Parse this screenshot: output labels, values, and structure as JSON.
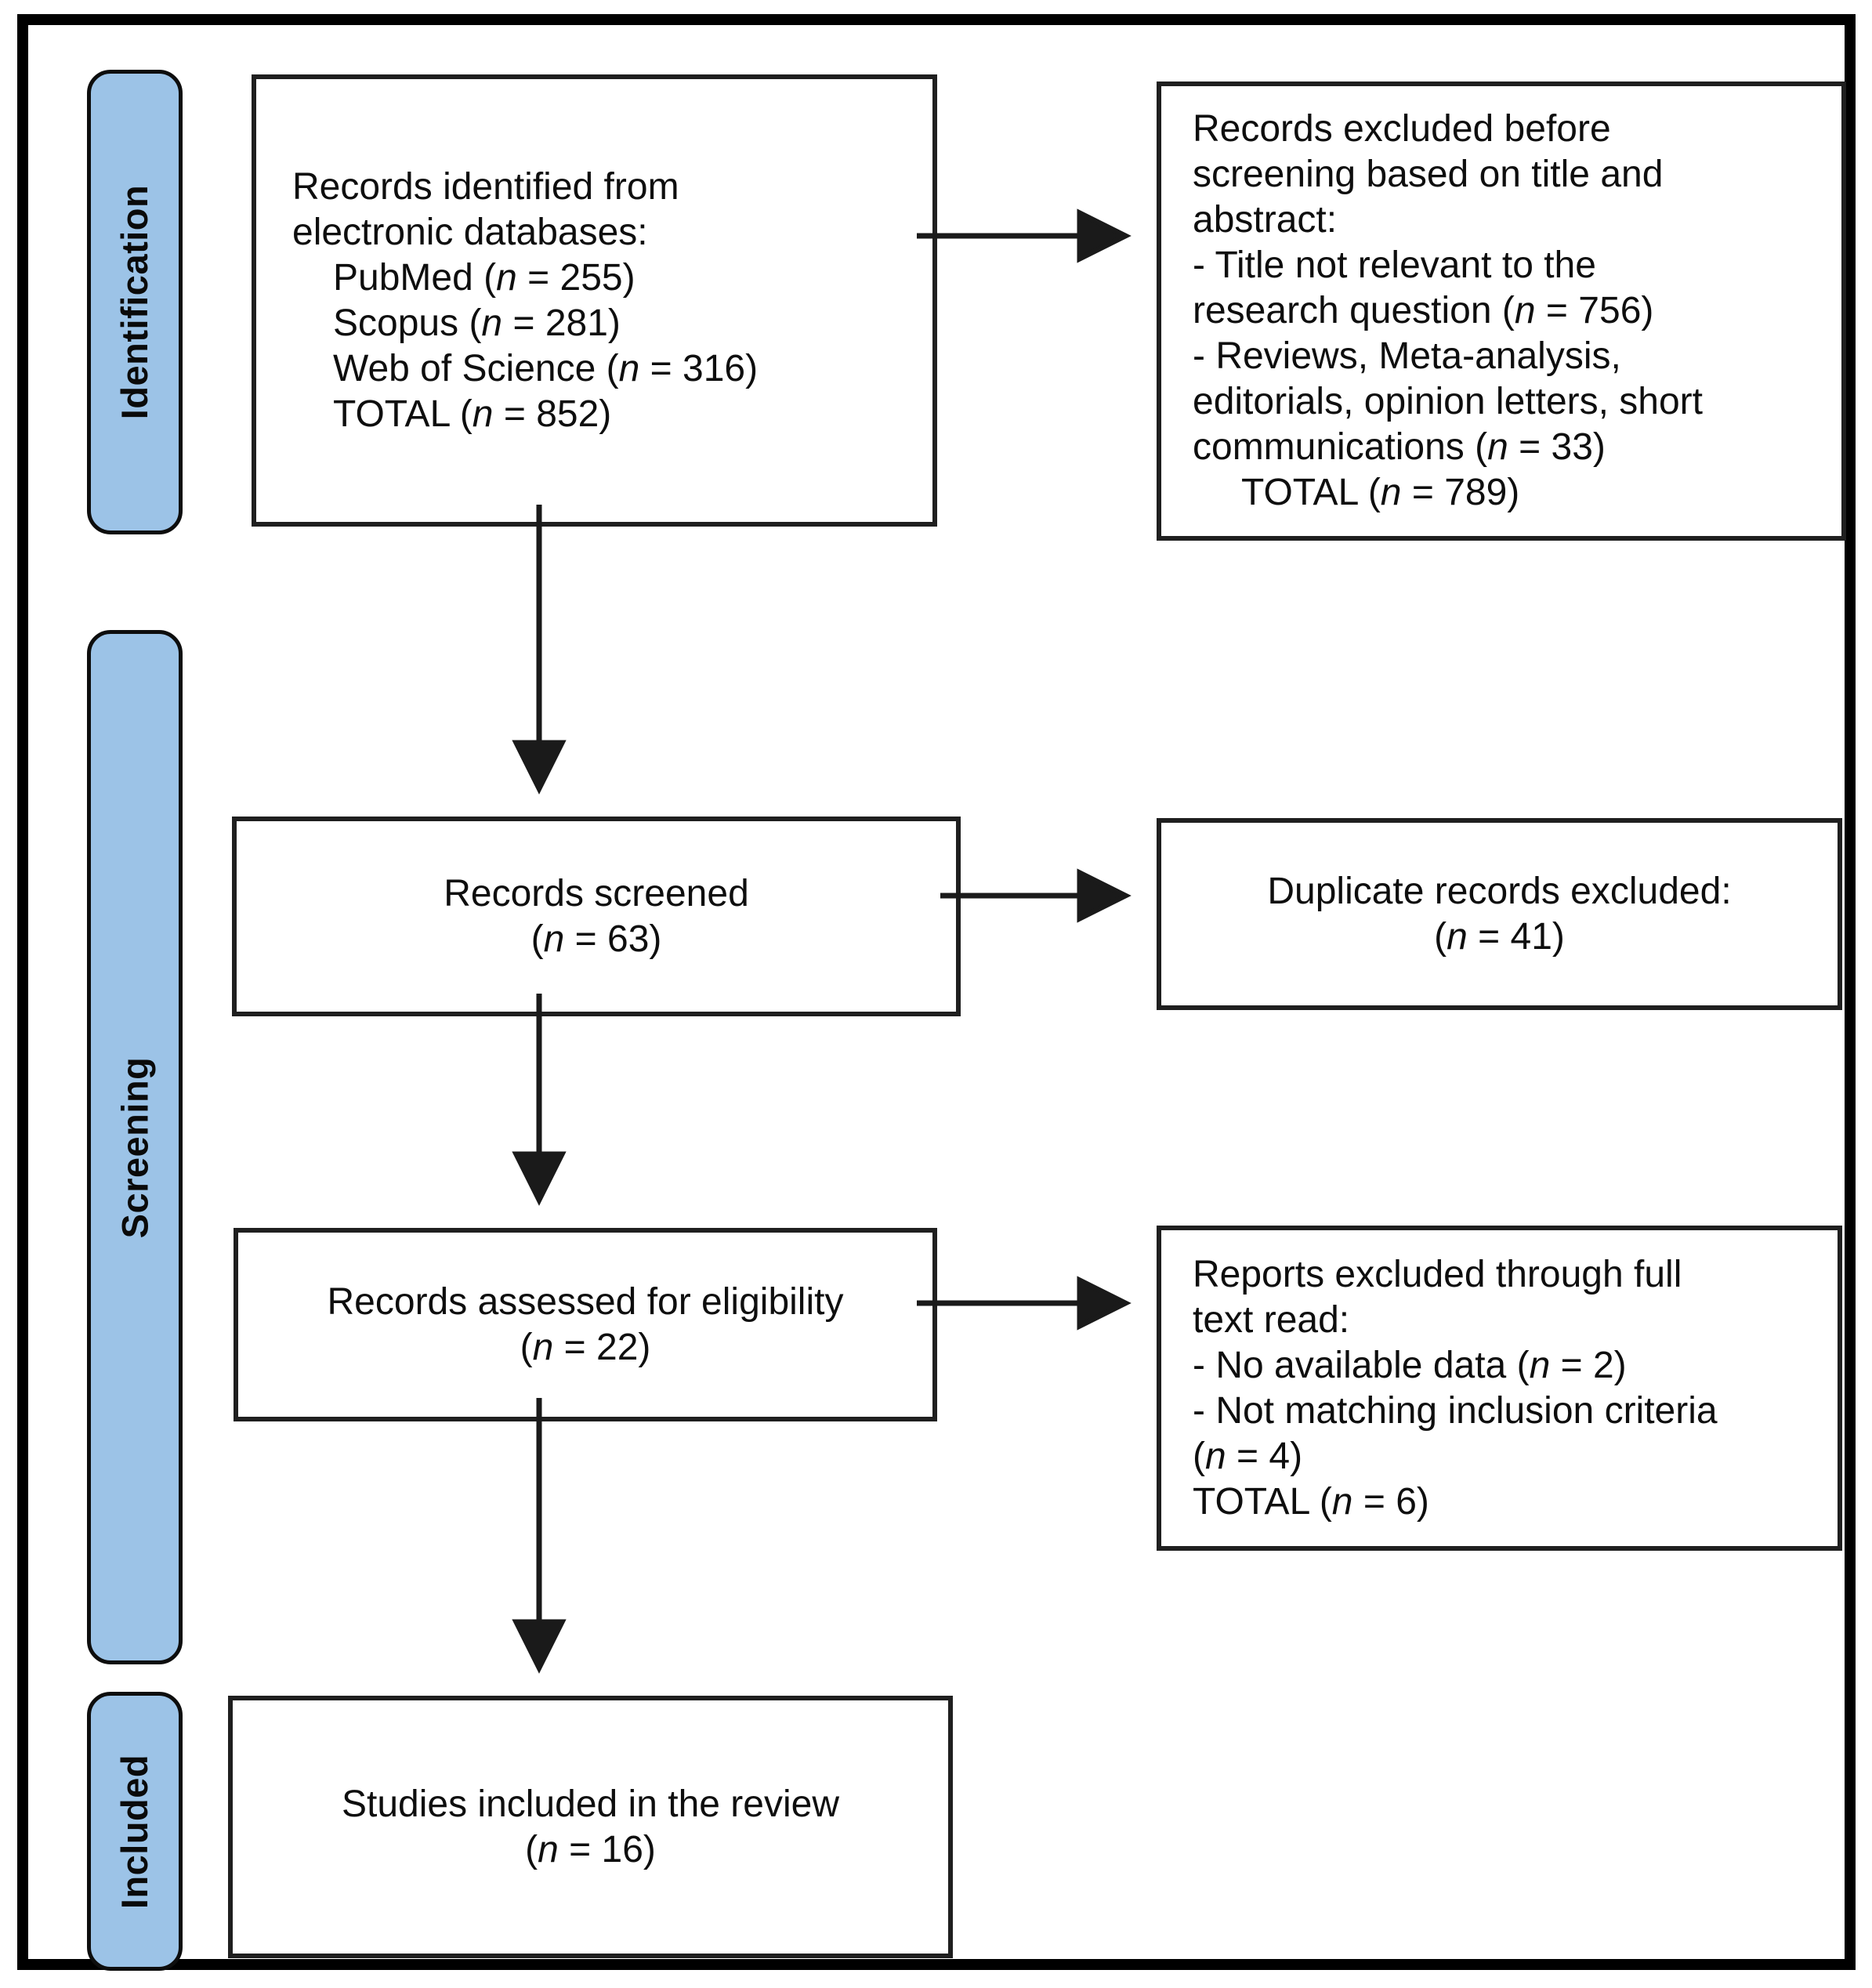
{
  "diagram_title": "PRISMA study selection flow diagram",
  "colors": {
    "stage_fill": "#9CC3E7",
    "box_border": "#1F1F1F",
    "frame_border": "#000000",
    "background": "#FFFFFF"
  },
  "stages": [
    {
      "label": "Identification"
    },
    {
      "label": "Screening"
    },
    {
      "label": "Included"
    }
  ],
  "boxes": {
    "identified": {
      "lines": [
        "Records identified from",
        "electronic databases:",
        "PubMed (n = 255)",
        "Scopus (n = 281)",
        "Web of Science (n = 316)",
        "TOTAL (n = 852)"
      ]
    },
    "excluded_before_screening": {
      "lines": [
        "Records excluded before",
        "screening based on title and",
        "abstract:",
        "- Title not relevant to the",
        "research question (n = 756)",
        "- Reviews, Meta-analysis,",
        "editorials, opinion letters, short",
        "communications (n = 33)",
        "TOTAL (n = 789)"
      ]
    },
    "screened": {
      "lines": [
        "Records screened",
        "(n = 63)"
      ]
    },
    "duplicates_excluded": {
      "lines": [
        "Duplicate records excluded:",
        "(n = 41)"
      ]
    },
    "assessed_eligibility": {
      "lines": [
        "Records assessed for eligibility",
        "(n = 22)"
      ]
    },
    "excluded_full_text": {
      "lines": [
        "Reports excluded through full",
        "text read:",
        "- No available data (n = 2)",
        "- Not matching inclusion criteria",
        "(n = 4)",
        "TOTAL (n = 6)"
      ]
    },
    "included_studies": {
      "lines": [
        "Studies included in the review",
        "(n = 16)"
      ]
    }
  },
  "counts": {
    "pubmed": 255,
    "scopus": 281,
    "web_of_science": 316,
    "identified_total": 852,
    "excluded_title_not_relevant": 756,
    "excluded_reviews_meta_editorials": 33,
    "excluded_before_screening_total": 789,
    "screened": 63,
    "duplicates_excluded": 41,
    "assessed_for_eligibility": 22,
    "excluded_no_data": 2,
    "excluded_not_matching_criteria": 4,
    "excluded_full_text_total": 6,
    "included_in_review": 16
  }
}
